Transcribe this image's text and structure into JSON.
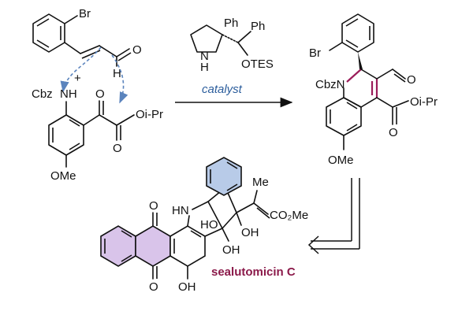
{
  "colors": {
    "catalyst": "#2b5d9c",
    "curved_arrow": "#5b84bd",
    "product_name": "#8b1a4a",
    "highlight_bond": "#9b1d5a",
    "benzene_highlight": "#b8cbe8",
    "anthraquinone_highlight": "#d9c4ea"
  },
  "reactants": {
    "aldehyde": {
      "Br": "Br",
      "O": "O",
      "H": "H"
    },
    "plus": "+",
    "ketoester": {
      "Cbz": "Cbz",
      "NH": "NH",
      "O1": "O",
      "O2": "O",
      "OiPr": "Oi-Pr",
      "OMe": "OMe"
    }
  },
  "catalyst": {
    "Ph1": "Ph",
    "Ph2": "Ph",
    "N": "N",
    "H": "H",
    "OTES": "OTES",
    "label": "catalyst"
  },
  "product": {
    "Br": "Br",
    "CbzN": "CbzN",
    "O_ald": "O",
    "OiPr": "Oi-Pr",
    "O_ester": "O",
    "OMe": "OMe"
  },
  "natural_product": {
    "O_top": "O",
    "O_bottom": "O",
    "HN": "HN",
    "HO1": "HO",
    "OH1": "OH",
    "OH2": "OH",
    "OH_bottom": "OH",
    "Me": "Me",
    "CO2Me": "CO₂Me",
    "name": "sealutomicin C"
  }
}
